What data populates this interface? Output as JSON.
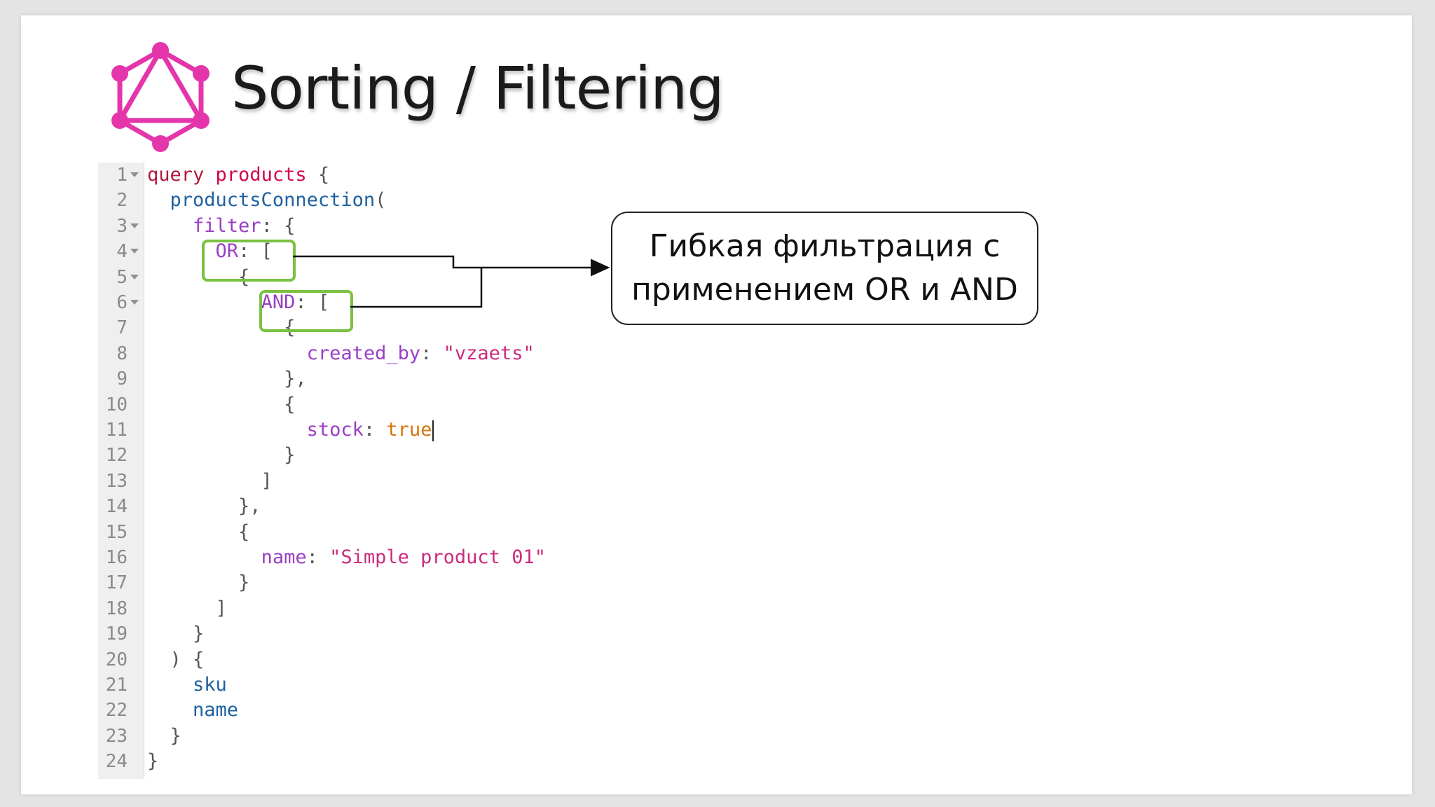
{
  "slide": {
    "title": "Sorting / Filtering",
    "logo_icon": "graphql-logo-icon",
    "logo_color": "#e535ab"
  },
  "callout": {
    "line1": "Гибкая фильтрация с",
    "line2": "применением OR и AND"
  },
  "code_lines": [
    {
      "n": "1",
      "fold": true,
      "tokens": [
        {
          "t": "kw",
          "v": "query"
        },
        {
          "t": "punc",
          "v": " "
        },
        {
          "t": "def",
          "v": "products"
        },
        {
          "t": "punc",
          "v": " {"
        }
      ]
    },
    {
      "n": "2",
      "fold": false,
      "tokens": [
        {
          "t": "punc",
          "v": "  "
        },
        {
          "t": "fn",
          "v": "productsConnection"
        },
        {
          "t": "punc",
          "v": "("
        }
      ]
    },
    {
      "n": "3",
      "fold": true,
      "tokens": [
        {
          "t": "punc",
          "v": "    "
        },
        {
          "t": "prop",
          "v": "filter"
        },
        {
          "t": "punc",
          "v": ": {"
        }
      ]
    },
    {
      "n": "4",
      "fold": true,
      "tokens": [
        {
          "t": "punc",
          "v": "      "
        },
        {
          "t": "prop",
          "v": "OR"
        },
        {
          "t": "punc",
          "v": ": ["
        }
      ]
    },
    {
      "n": "5",
      "fold": true,
      "tokens": [
        {
          "t": "punc",
          "v": "        {"
        }
      ]
    },
    {
      "n": "6",
      "fold": true,
      "tokens": [
        {
          "t": "punc",
          "v": "          "
        },
        {
          "t": "prop",
          "v": "AND"
        },
        {
          "t": "punc",
          "v": ": ["
        }
      ]
    },
    {
      "n": "7",
      "fold": false,
      "tokens": [
        {
          "t": "punc",
          "v": "            {"
        }
      ]
    },
    {
      "n": "8",
      "fold": false,
      "tokens": [
        {
          "t": "punc",
          "v": "              "
        },
        {
          "t": "prop",
          "v": "created_by"
        },
        {
          "t": "punc",
          "v": ": "
        },
        {
          "t": "str",
          "v": "\"vzaets\""
        }
      ]
    },
    {
      "n": "9",
      "fold": false,
      "tokens": [
        {
          "t": "punc",
          "v": "            },"
        }
      ]
    },
    {
      "n": "10",
      "fold": false,
      "tokens": [
        {
          "t": "punc",
          "v": "            {"
        }
      ]
    },
    {
      "n": "11",
      "fold": false,
      "tokens": [
        {
          "t": "punc",
          "v": "              "
        },
        {
          "t": "prop",
          "v": "stock"
        },
        {
          "t": "punc",
          "v": ": "
        },
        {
          "t": "bool",
          "v": "true"
        },
        {
          "t": "cursor",
          "v": ""
        }
      ]
    },
    {
      "n": "12",
      "fold": false,
      "tokens": [
        {
          "t": "punc",
          "v": "            }"
        }
      ]
    },
    {
      "n": "13",
      "fold": false,
      "tokens": [
        {
          "t": "punc",
          "v": "          ]"
        }
      ]
    },
    {
      "n": "14",
      "fold": false,
      "tokens": [
        {
          "t": "punc",
          "v": "        },"
        }
      ]
    },
    {
      "n": "15",
      "fold": false,
      "tokens": [
        {
          "t": "punc",
          "v": "        {"
        }
      ]
    },
    {
      "n": "16",
      "fold": false,
      "tokens": [
        {
          "t": "punc",
          "v": "          "
        },
        {
          "t": "prop",
          "v": "name"
        },
        {
          "t": "punc",
          "v": ": "
        },
        {
          "t": "str",
          "v": "\"Simple product 01\""
        }
      ]
    },
    {
      "n": "17",
      "fold": false,
      "tokens": [
        {
          "t": "punc",
          "v": "        }"
        }
      ]
    },
    {
      "n": "18",
      "fold": false,
      "tokens": [
        {
          "t": "punc",
          "v": "      ]"
        }
      ]
    },
    {
      "n": "19",
      "fold": false,
      "tokens": [
        {
          "t": "punc",
          "v": "    }"
        }
      ]
    },
    {
      "n": "20",
      "fold": false,
      "tokens": [
        {
          "t": "punc",
          "v": "  ) {"
        }
      ]
    },
    {
      "n": "21",
      "fold": false,
      "tokens": [
        {
          "t": "punc",
          "v": "    "
        },
        {
          "t": "fn",
          "v": "sku"
        }
      ]
    },
    {
      "n": "22",
      "fold": false,
      "tokens": [
        {
          "t": "punc",
          "v": "    "
        },
        {
          "t": "fn",
          "v": "name"
        }
      ]
    },
    {
      "n": "23",
      "fold": false,
      "tokens": [
        {
          "t": "punc",
          "v": "  }"
        }
      ]
    },
    {
      "n": "24",
      "fold": false,
      "tokens": [
        {
          "t": "punc",
          "v": "}"
        }
      ]
    }
  ],
  "highlights": [
    "OR",
    "AND"
  ],
  "colors": {
    "highlight_border": "#7bc142",
    "keyword": "#b11a3b",
    "property": "#9a3ec4",
    "string": "#cc2a7d",
    "boolean": "#d47509",
    "field": "#1f61a0"
  }
}
